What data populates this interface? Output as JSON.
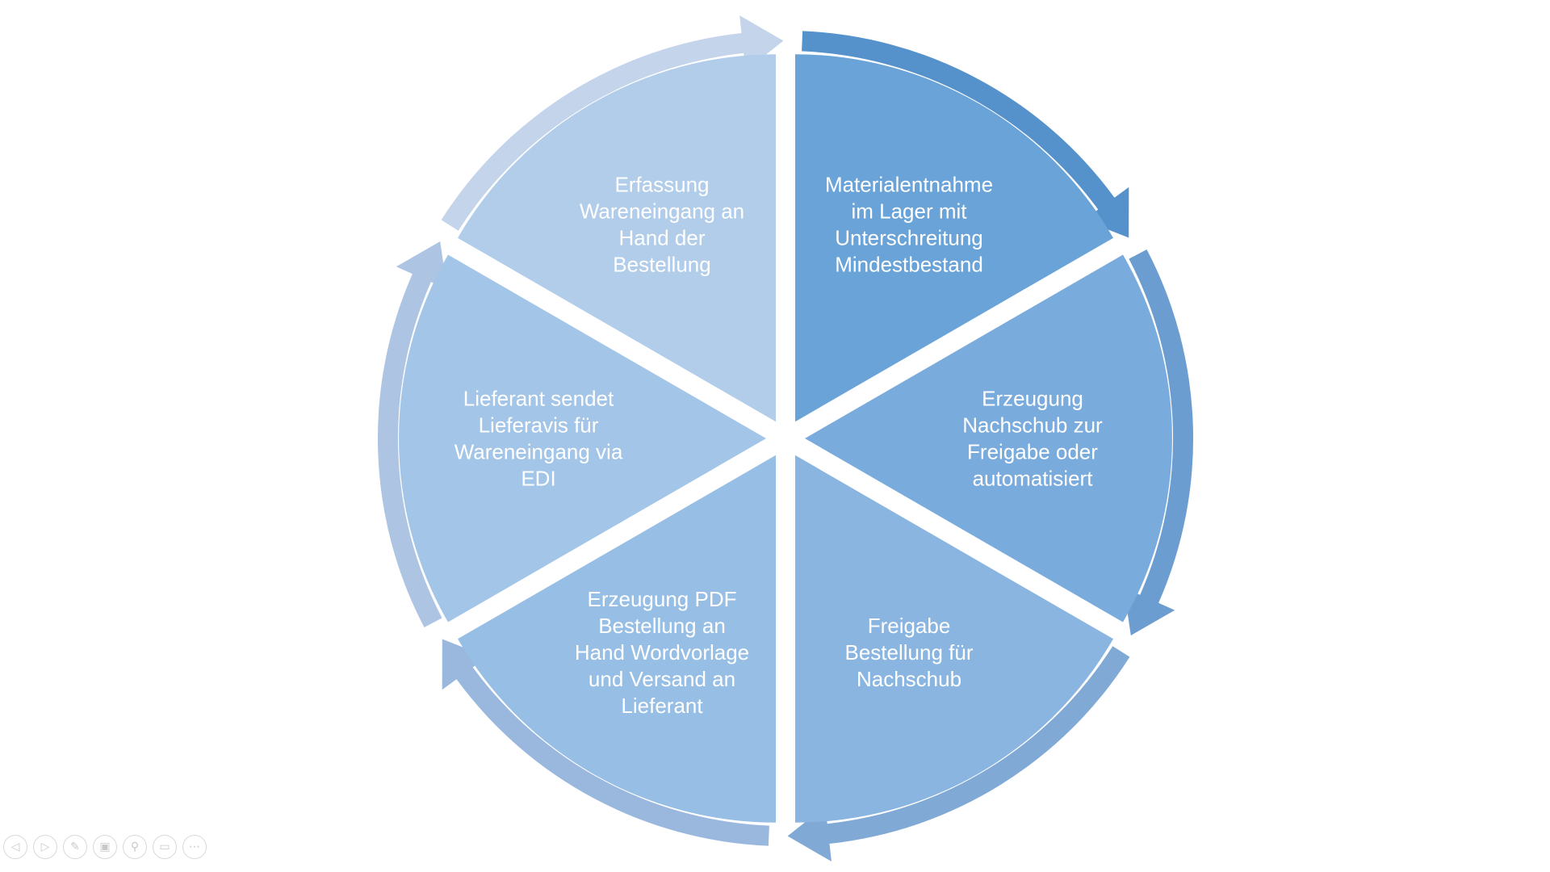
{
  "diagram": {
    "steps": [
      {
        "lines": [
          "Materialentnahme",
          "im Lager mit",
          "Unterschreitung",
          "Mindestbestand"
        ],
        "fill": "#6aa3d8",
        "arrow": "#5592cc"
      },
      {
        "lines": [
          "Erzeugung",
          "Nachschub zur",
          "Freigabe oder",
          "automatisiert"
        ],
        "fill": "#7aabdd",
        "arrow": "#6b9dd0"
      },
      {
        "lines": [
          "Freigabe",
          "Bestellung für",
          "Nachschub"
        ],
        "fill": "#89b5e0",
        "arrow": "#80a9d6"
      },
      {
        "lines": [
          "Erzeugung PDF",
          "Bestellung an",
          "Hand Wordvorlage",
          "und Versand an",
          "Lieferant"
        ],
        "fill": "#97bee4",
        "arrow": "#9ab7de"
      },
      {
        "lines": [
          "Lieferant sendet",
          "Lieferavis für",
          "Wareneingang via",
          "EDI"
        ],
        "fill": "#a3c5e7",
        "arrow": "#adc4e3"
      },
      {
        "lines": [
          "Erfassung",
          "Wareneingang an",
          "Hand der",
          "Bestellung"
        ],
        "fill": "#b1cdea",
        "arrow": "#c3d4eb"
      }
    ]
  },
  "toolbar": [
    {
      "name": "previous-slide-icon",
      "glyph": "◁"
    },
    {
      "name": "next-slide-icon",
      "glyph": "▷"
    },
    {
      "name": "pen-icon",
      "glyph": "✎"
    },
    {
      "name": "all-slides-icon",
      "glyph": "▣"
    },
    {
      "name": "zoom-icon",
      "glyph": "⚲"
    },
    {
      "name": "screen-icon",
      "glyph": "▭"
    },
    {
      "name": "more-options-icon",
      "glyph": "⋯"
    }
  ]
}
